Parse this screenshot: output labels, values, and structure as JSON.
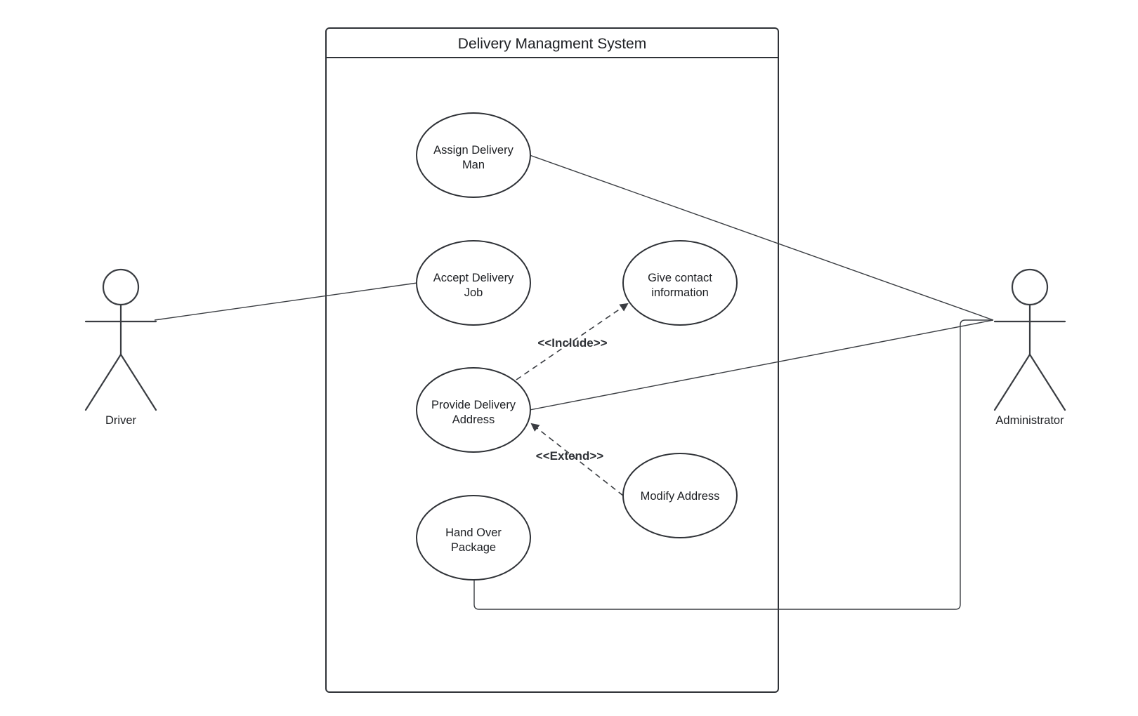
{
  "system": {
    "title": "Delivery Managment System"
  },
  "actors": {
    "driver": "Driver",
    "administrator": "Administrator"
  },
  "use_cases": {
    "assign_delivery_man": [
      "Assign Delivery",
      "Man"
    ],
    "accept_delivery_job": [
      "Accept Delivery",
      "Job"
    ],
    "give_contact_information": [
      "Give contact",
      "information"
    ],
    "provide_delivery_address": [
      "Provide Delivery",
      "Address"
    ],
    "modify_address": [
      "Modify Address"
    ],
    "hand_over_package": [
      "Hand Over",
      "Package"
    ]
  },
  "relationships": {
    "include": "<<Include>>",
    "extend": "<<Extend>>"
  },
  "colors": {
    "stroke": "#2f3237",
    "text": "#1d1f23",
    "background": "#ffffff"
  }
}
